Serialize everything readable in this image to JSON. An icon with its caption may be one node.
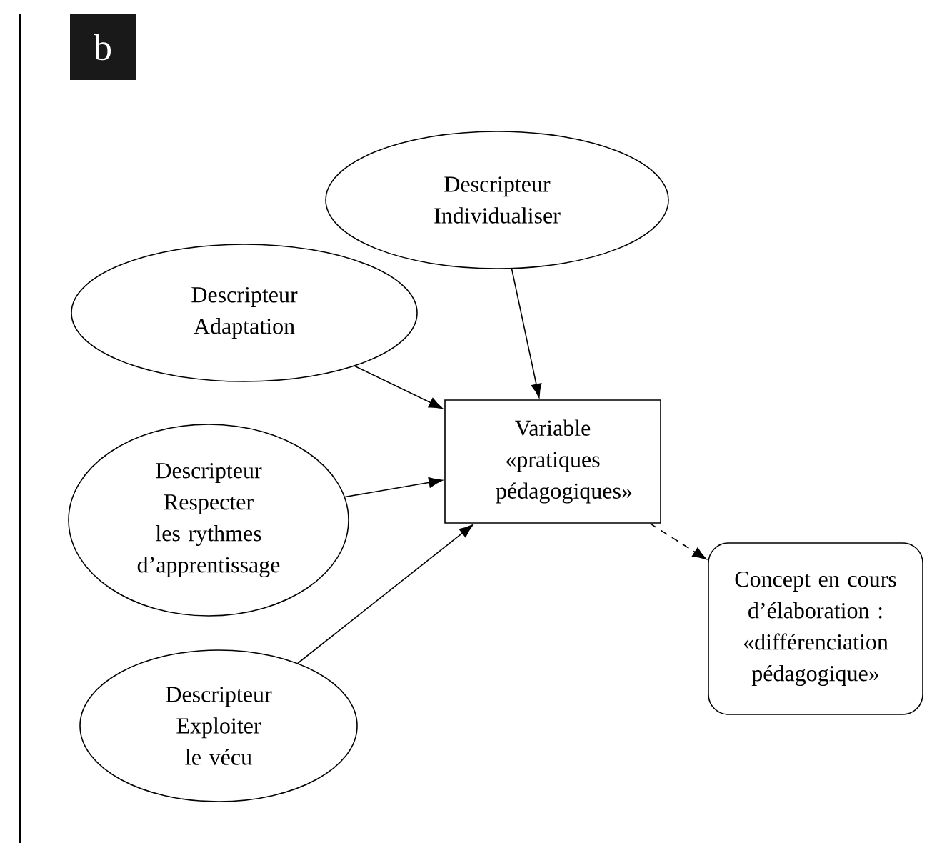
{
  "diagram": {
    "nodes": [
      {
        "text": [
          "b"
        ]
      },
      {
        "text": [
          "Descripteur Individualiser"
        ]
      },
      {
        "text": [
          "Descripteur Adaptation"
        ]
      },
      {
        "text": [
          "Descripteur Respecter les rythmes d’apprentissage"
        ]
      },
      {
        "text": [
          "Descripteur Exploiter le vécu"
        ]
      },
      {
        "text": [
          "Variable «pratiques pédagogiques»"
        ]
      },
      {
        "text": [
          "Concept en cours d’élaboration : «différenciation pédagogique»"
        ]
      }
    ],
    "edges": [
      {
        "from": 1,
        "to": 5,
        "arrow": "to"
      },
      {
        "from": 2,
        "to": 5,
        "arrow": "to"
      },
      {
        "from": 3,
        "to": 5,
        "arrow": "to"
      },
      {
        "from": 4,
        "to": 5,
        "arrow": "to"
      },
      {
        "from": 5,
        "to": 6,
        "arrow": "to",
        "style": "dashed"
      }
    ]
  }
}
